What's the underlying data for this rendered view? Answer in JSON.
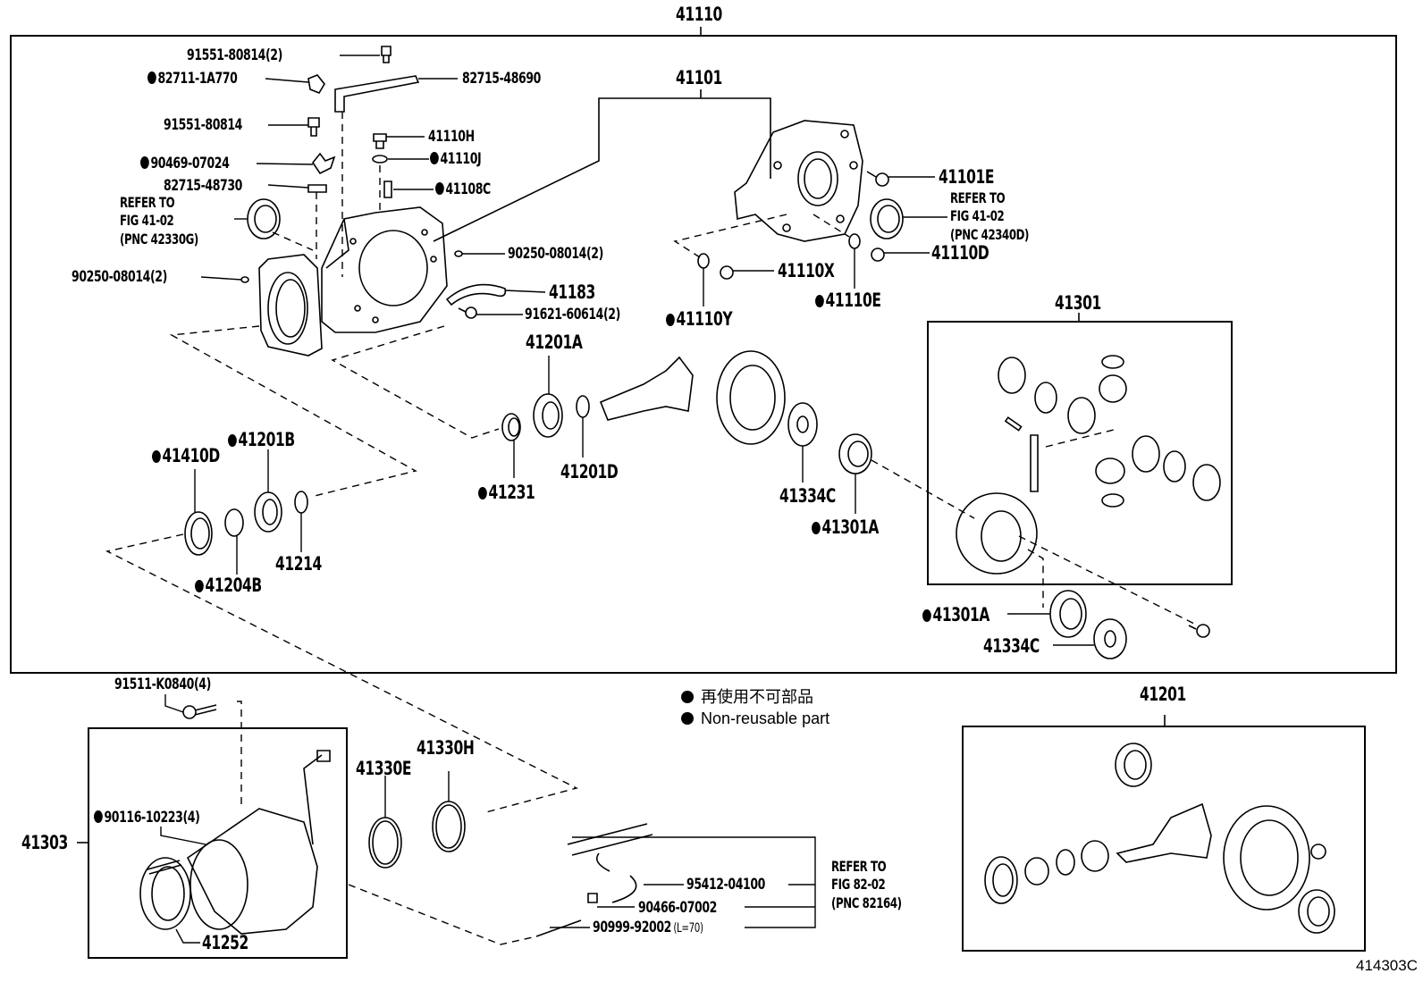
{
  "figure": {
    "id": "414303C",
    "assembly_main": "41110",
    "legend": {
      "jp": "再使用不可部品",
      "en": "Non-reusable part"
    }
  },
  "callouts": {
    "c41110": {
      "text": "41110",
      "nonreusable": false
    },
    "c41101": {
      "text": "41101",
      "nonreusable": false
    },
    "c91551_2": {
      "text": "91551-80814(2)",
      "nonreusable": false
    },
    "c82711": {
      "text": "82711-1A770",
      "nonreusable": true
    },
    "c82715_48690": {
      "text": "82715-48690",
      "nonreusable": false
    },
    "c91551": {
      "text": "91551-80814",
      "nonreusable": false
    },
    "c41110H": {
      "text": "41110H",
      "nonreusable": false
    },
    "c90469": {
      "text": "90469-07024",
      "nonreusable": true
    },
    "c41110J": {
      "text": "41110J",
      "nonreusable": true
    },
    "c82715_48730": {
      "text": "82715-48730",
      "nonreusable": false
    },
    "c41108C": {
      "text": "41108C",
      "nonreusable": true
    },
    "ref42330G": {
      "text": "REFER TO\nFIG 41-02\n(PNC 42330G)",
      "nonreusable": false
    },
    "c90250_left": {
      "text": "90250-08014(2)",
      "nonreusable": false
    },
    "c90250_right": {
      "text": "90250-08014(2)",
      "nonreusable": false
    },
    "c41183": {
      "text": "41183",
      "nonreusable": false
    },
    "c91621": {
      "text": "91621-60614(2)",
      "nonreusable": false
    },
    "c41101E": {
      "text": "41101E",
      "nonreusable": false
    },
    "ref42340D": {
      "text": "REFER TO\nFIG 41-02\n(PNC 42340D)",
      "nonreusable": false
    },
    "c41110D": {
      "text": "41110D",
      "nonreusable": false
    },
    "c41110X": {
      "text": "41110X",
      "nonreusable": false
    },
    "c41110E": {
      "text": "41110E",
      "nonreusable": true
    },
    "c41110Y": {
      "text": "41110Y",
      "nonreusable": true
    },
    "c41301": {
      "text": "41301",
      "nonreusable": false
    },
    "c41201A": {
      "text": "41201A",
      "nonreusable": false
    },
    "c41231": {
      "text": "41231",
      "nonreusable": true
    },
    "c41201D": {
      "text": "41201D",
      "nonreusable": false
    },
    "c41334C_a": {
      "text": "41334C",
      "nonreusable": false
    },
    "c41301A_a": {
      "text": "41301A",
      "nonreusable": true
    },
    "c41410D": {
      "text": "41410D",
      "nonreusable": true
    },
    "c41201B": {
      "text": "41201B",
      "nonreusable": true
    },
    "c41214": {
      "text": "41214",
      "nonreusable": false
    },
    "c41204B": {
      "text": "41204B",
      "nonreusable": true
    },
    "c41301A_b": {
      "text": "41301A",
      "nonreusable": true
    },
    "c41334C_b": {
      "text": "41334C",
      "nonreusable": false
    },
    "c91511": {
      "text": "91511-K0840(4)",
      "nonreusable": false
    },
    "c90116": {
      "text": "90116-10223(4)",
      "nonreusable": true
    },
    "c41303": {
      "text": "41303",
      "nonreusable": false
    },
    "c41252": {
      "text": "41252",
      "nonreusable": false
    },
    "c41330E": {
      "text": "41330E",
      "nonreusable": false
    },
    "c41330H": {
      "text": "41330H",
      "nonreusable": false
    },
    "c95412": {
      "text": "95412-04100",
      "nonreusable": false
    },
    "c90466": {
      "text": "90466-07002",
      "nonreusable": false
    },
    "c90999": {
      "text": "90999-92002",
      "nonreusable": false
    },
    "c90999_len": {
      "text": "(L=70)",
      "nonreusable": false
    },
    "ref82164": {
      "text": "REFER TO\nFIG 82-02\n(PNC 82164)",
      "nonreusable": false
    },
    "c41201": {
      "text": "41201",
      "nonreusable": false
    }
  }
}
